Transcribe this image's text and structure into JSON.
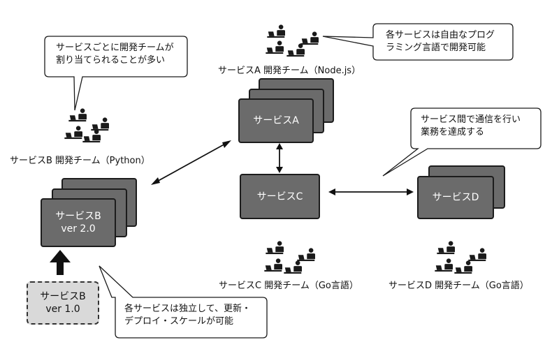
{
  "services": {
    "a": {
      "name": "サービスA",
      "team": "サービスA 開発チーム（Node.js）"
    },
    "b": {
      "name": "サービスB",
      "version": "ver 2.0",
      "team": "サービスB 開発チーム（Python）"
    },
    "b_old": {
      "name": "サービスB",
      "version": "ver 1.0"
    },
    "c": {
      "name": "サービスC",
      "team": "サービスC 開発チーム（Go言語）"
    },
    "d": {
      "name": "サービスD",
      "team": "サービスD 開発チーム（Go言語）"
    }
  },
  "callouts": {
    "team_assignment": [
      "サービスごとに開発チームが",
      "割り当てられることが多い"
    ],
    "language_freedom": [
      "各サービスは自由なプログ",
      "ラミング言語で開発可能"
    ],
    "communication": [
      "サービス間で通信を行い",
      "業務を達成する"
    ],
    "independent_deploy": [
      "各サービスは独立して、更新・",
      "デプロイ・スケールが可能"
    ]
  },
  "colors": {
    "service_fill": "#6b6b6b",
    "service_border": "#1c1c1c",
    "old_version_fill": "#d9d9d9",
    "people_icon": "#1a1a1a"
  }
}
